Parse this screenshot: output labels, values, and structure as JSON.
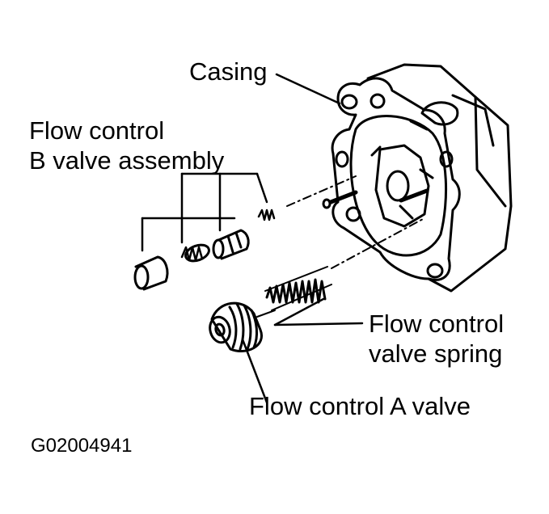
{
  "labels": {
    "casing": "Casing",
    "flow_control_b": [
      "Flow control",
      "B valve assembly"
    ],
    "flow_control_spring": [
      "Flow control",
      "valve spring"
    ],
    "flow_control_a": "Flow control A valve"
  },
  "figure_code": "G02004941",
  "colors": {
    "ink": "#000000",
    "paper": "#ffffff"
  }
}
